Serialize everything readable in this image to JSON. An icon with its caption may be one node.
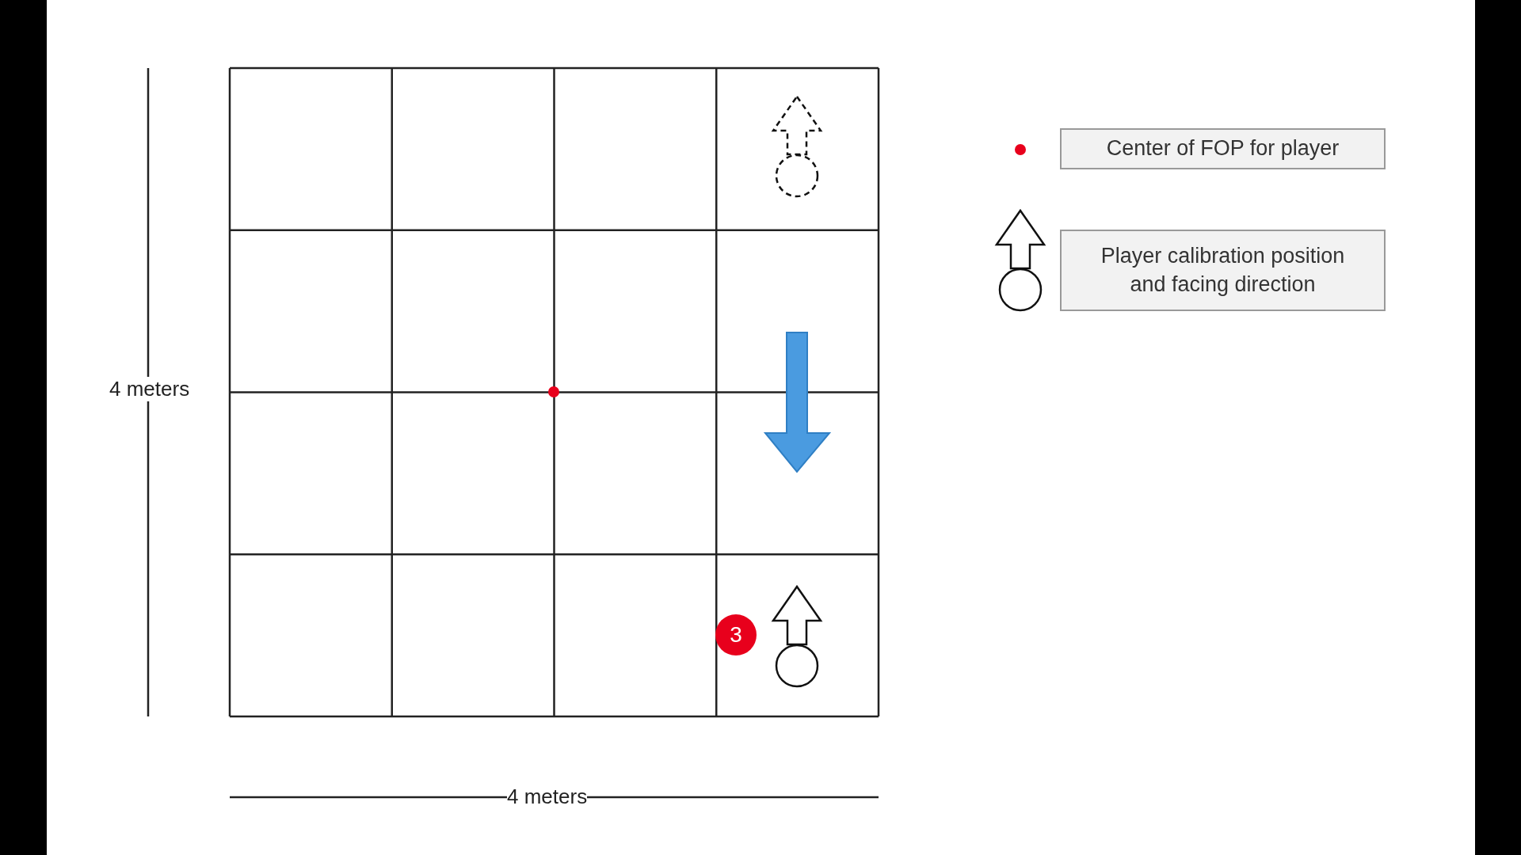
{
  "diagram": {
    "labels": [
      "4 meters",
      "4 meters",
      "3"
    ],
    "legend": [
      {
        "text": "Center of FOP for player",
        "color": "#e8001c"
      },
      {
        "text": "Player calibration position and facing direction"
      }
    ]
  }
}
